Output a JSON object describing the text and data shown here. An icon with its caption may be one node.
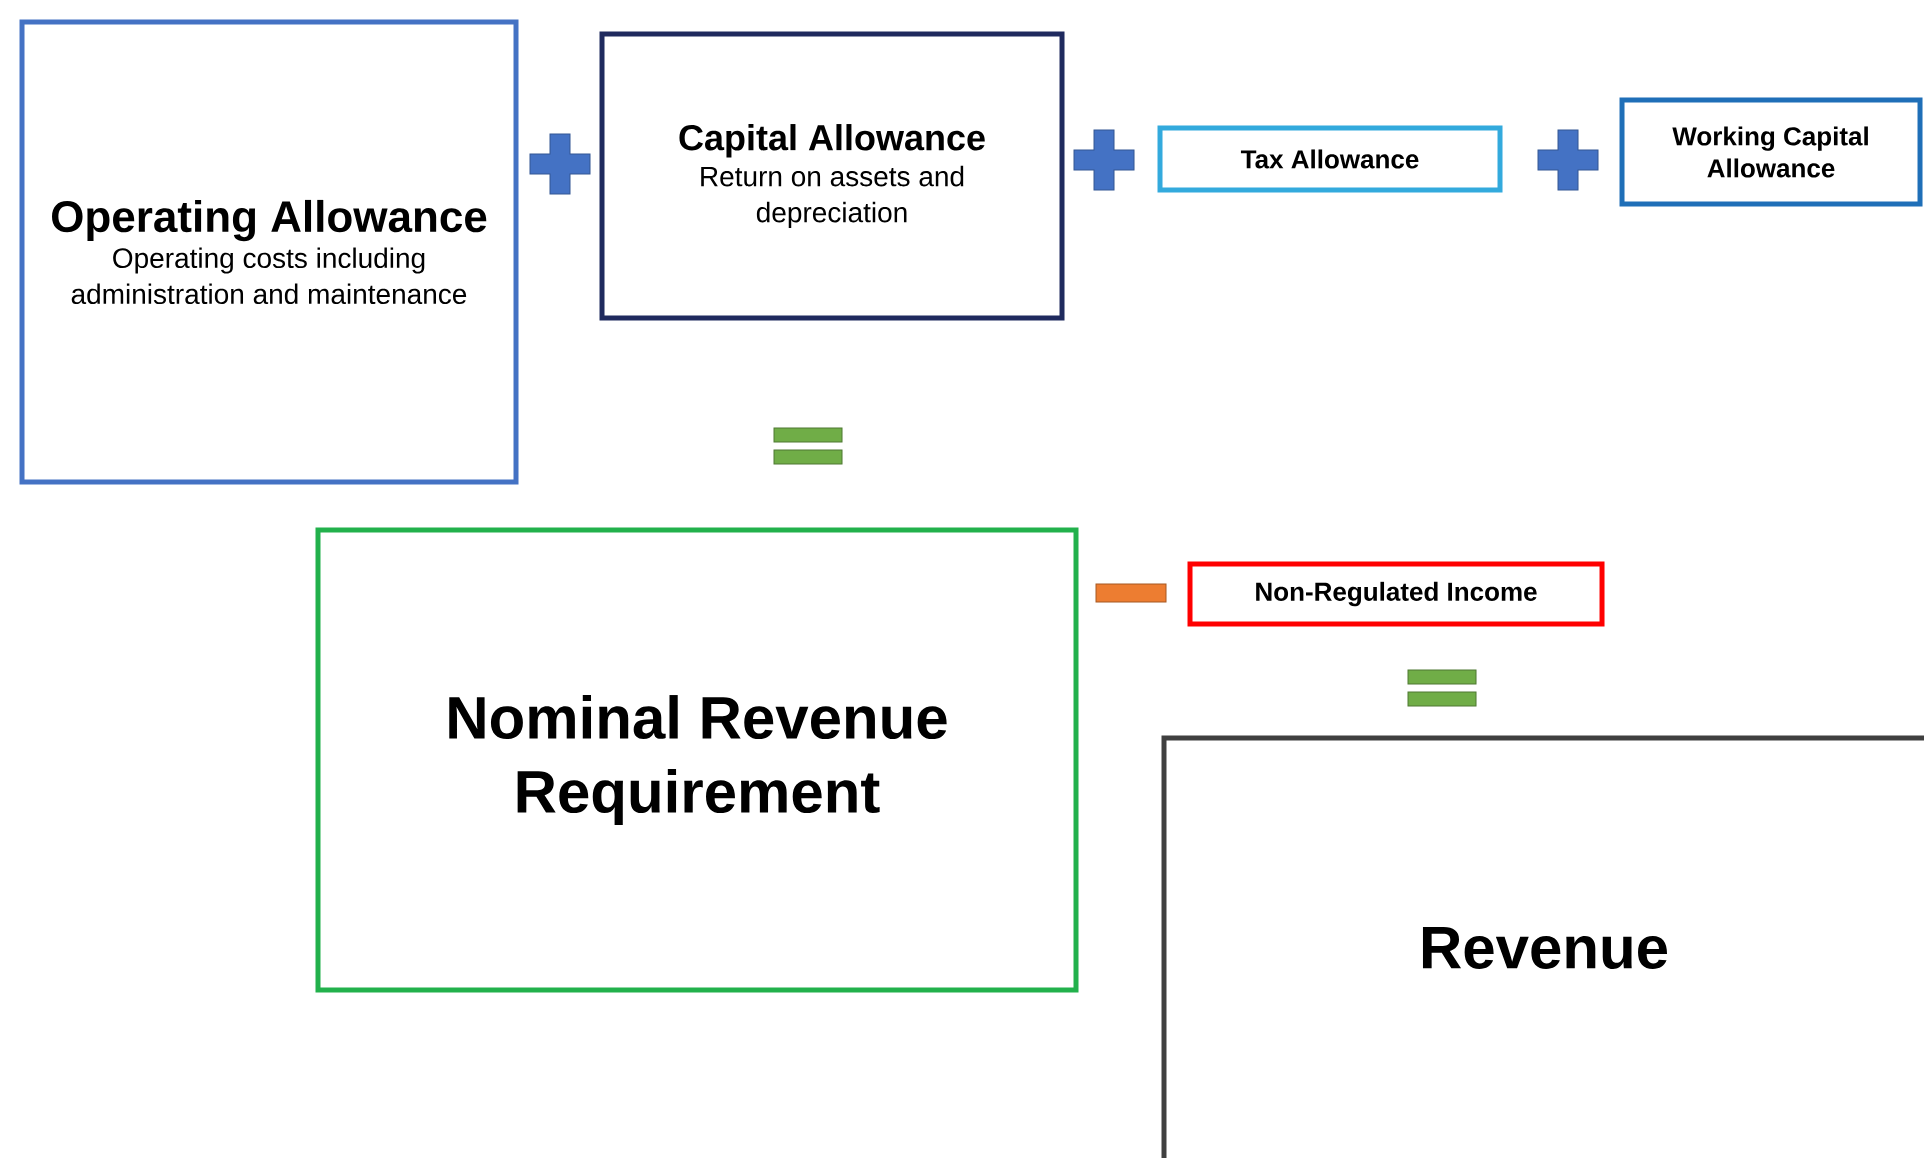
{
  "diagram": {
    "nodes": [
      {
        "text": [
          "Operating Allowance",
          "Operating costs including administration and maintenance"
        ]
      },
      {
        "text": [
          "Capital Allowance",
          "Return on assets and depreciation"
        ]
      },
      {
        "text": [
          "Tax Allowance"
        ]
      },
      {
        "text": [
          "Working Capital Allowance"
        ]
      },
      {
        "text": [
          "Nominal Revenue Requirement"
        ]
      },
      {
        "text": [
          "Non-Regulated Income"
        ]
      },
      {
        "text": [
          "Revenue"
        ]
      }
    ]
  }
}
